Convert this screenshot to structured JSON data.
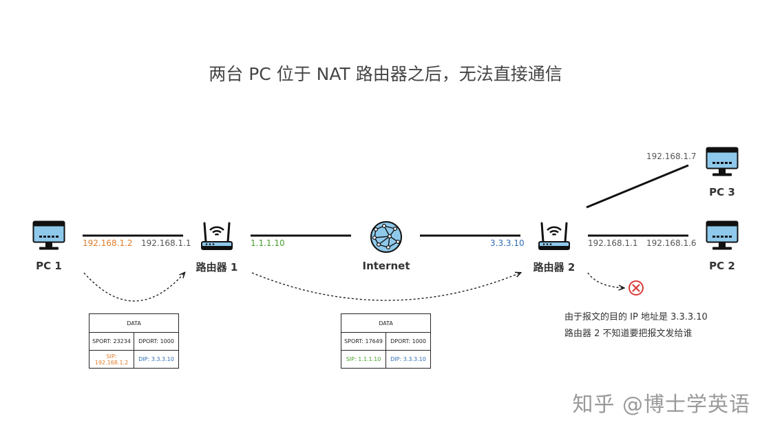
{
  "title": "两台 PC 位于 NAT 路由器之后，无法直接通信",
  "colors": {
    "orange": "#e07b27",
    "green": "#44a02a",
    "blue": "#2f6db3",
    "error": "#d93a3a"
  },
  "nodes": {
    "pc1": "PC 1",
    "router1": "路由器 1",
    "internet": "Internet",
    "router2": "路由器 2",
    "pc2": "PC 2",
    "pc3": "PC 3"
  },
  "links": {
    "pc1_ip": "192.168.1.2",
    "router1_lan_ip": "192.168.1.1",
    "router1_wan_ip": "1.1.1.10",
    "router2_wan_ip": "3.3.3.10",
    "router2_lan_ip": "192.168.1.1",
    "pc2_ip": "192.168.1.6",
    "pc3_ip": "192.168.1.7"
  },
  "packet1": {
    "header": "DATA",
    "sport": "SPORT: 23234",
    "dport": "DPORT: 1000",
    "sip": "SIP: 192.168.1.2",
    "dip": "DIP: 3.3.3.10"
  },
  "packet2": {
    "header": "DATA",
    "sport": "SPORT: 17649",
    "dport": "DPORT: 1000",
    "sip": "SIP: 1.1.1.10",
    "dip": "DIP: 3.3.3.10"
  },
  "note": {
    "line1": "由于报文的目的 IP 地址是 3.3.3.10",
    "line2": "路由器 2 不知道要把报文发给谁"
  },
  "watermark": "知乎 @博士学英语"
}
